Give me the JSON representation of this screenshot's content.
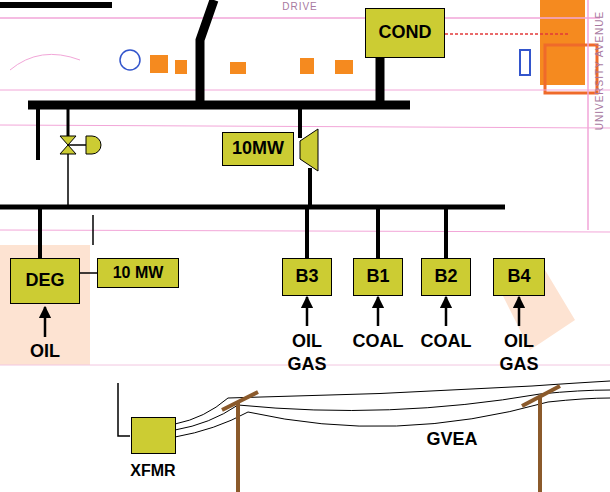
{
  "diagram": {
    "nodes": [
      {
        "text": [
          "COND"
        ]
      },
      {
        "text": [
          "10MW"
        ]
      },
      {
        "text": [
          "DEG"
        ]
      },
      {
        "text": [
          "10 MW"
        ]
      },
      {
        "text": [
          "B3"
        ]
      },
      {
        "text": [
          "B1"
        ]
      },
      {
        "text": [
          "B2"
        ]
      },
      {
        "text": [
          "B4"
        ]
      },
      {
        "text": [
          "XFMR"
        ]
      }
    ],
    "edges": [
      {
        "from": 2,
        "to": 3,
        "arrow": "none"
      }
    ],
    "labels": [
      "DRIVE",
      "UNIVERSITY AVENUE",
      "OIL",
      "OIL GAS",
      "COAL",
      "COAL",
      "OIL GAS",
      "GVEA"
    ]
  }
}
